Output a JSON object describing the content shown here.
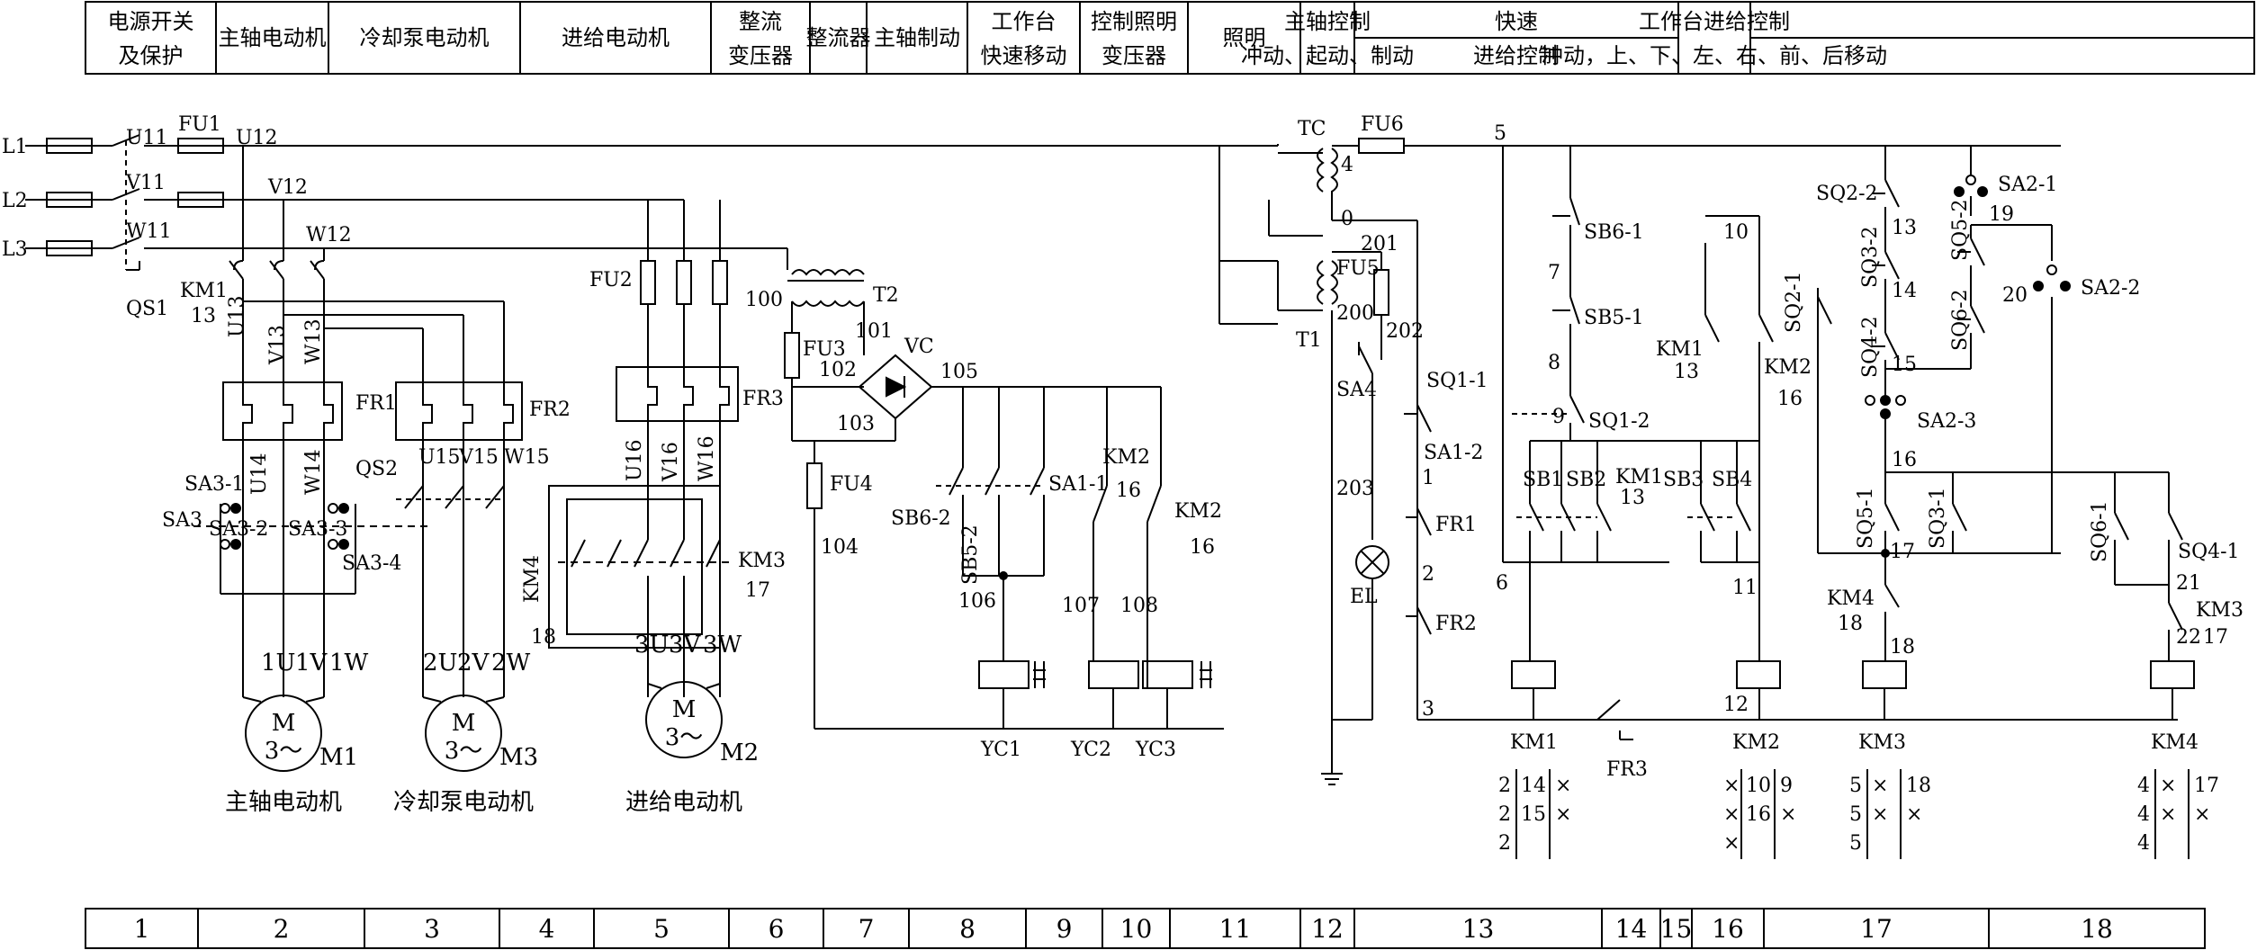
{
  "header": [
    {
      "lines": [
        "电源开关",
        "及保护"
      ]
    },
    {
      "lines": [
        "主轴电动机"
      ]
    },
    {
      "lines": [
        "冷却泵电动机"
      ]
    },
    {
      "lines": [
        "进给电动机"
      ]
    },
    {
      "lines": [
        "整流",
        "变压器"
      ]
    },
    {
      "lines": [
        "整流器"
      ]
    },
    {
      "lines": [
        "主轴制动"
      ]
    },
    {
      "lines": [
        "工作台",
        "快速移动"
      ]
    },
    {
      "lines": [
        "控制照明",
        "变压器"
      ]
    },
    {
      "lines": [
        "照明"
      ]
    },
    {
      "lines": [
        "主轴控制",
        "冲动、起动、制动"
      ]
    },
    {
      "lines": [
        "快速",
        "进给控制"
      ]
    },
    {
      "lines": [
        "工作台进给控制",
        "冲动，上、下、左、右、前、后移动"
      ]
    }
  ],
  "footer": [
    "1",
    "2",
    "3",
    "4",
    "5",
    "6",
    "7",
    "8",
    "9",
    "10",
    "11",
    "12",
    "13",
    "14",
    "15",
    "16",
    "17",
    "18"
  ],
  "motor_captions": [
    "主轴电动机",
    "冷却泵电动机",
    "进给电动机"
  ],
  "motors": [
    {
      "id": "M1",
      "phases": [
        "1U",
        "1V",
        "1W"
      ]
    },
    {
      "id": "M3",
      "phases": [
        "2U",
        "2V",
        "2W"
      ]
    },
    {
      "id": "M2",
      "phases": [
        "3U",
        "3V",
        "3W"
      ]
    }
  ],
  "motor_glyph": {
    "letter": "M",
    "phase": "3～"
  },
  "labels": {
    "L1": "L1",
    "L2": "L2",
    "L3": "L3",
    "U11": "U11",
    "V11": "V11",
    "W11": "W11",
    "FU1": "FU1",
    "U12": "U12",
    "V12": "V12",
    "W12": "W12",
    "QS1": "QS1",
    "KM1_13": "KM1",
    "n13a": "13",
    "U13": "U13",
    "V13": "V13",
    "W13": "W13",
    "FR1": "FR1",
    "FR2": "FR2",
    "U14": "U14",
    "W14": "W14",
    "U15": "U15",
    "V15": "V15",
    "W15": "W15",
    "SA3_1": "SA3-1",
    "SA3": "SA3",
    "SA3_2": "SA3-2",
    "SA3_3": "SA3-3",
    "SA3_4": "SA3-4",
    "QS2": "QS2",
    "FU2": "FU2",
    "FR3": "FR3",
    "U16": "U16",
    "V16": "V16",
    "W16": "W16",
    "KM4": "KM4",
    "KM3": "KM3",
    "n17a": "17",
    "n18a": "18",
    "n100": "100",
    "T2": "T2",
    "FU3": "FU3",
    "n101": "101",
    "VC": "VC",
    "n102": "102",
    "n105": "105",
    "n103": "103",
    "FU4": "FU4",
    "n104": "104",
    "SB6_2": "SB6-2",
    "SB5_2": "SB5-2",
    "SA1_1": "SA1-1",
    "KM2a": "KM2",
    "n16a": "16",
    "KM2b": "KM2",
    "n16b": "16",
    "n106": "106",
    "n107": "107",
    "n108": "108",
    "YC1": "YC1",
    "YC2": "YC2",
    "YC3": "YC3",
    "TC": "TC",
    "FU6": "FU6",
    "n4": "4",
    "n0": "0",
    "n201": "201",
    "FU5": "FU5",
    "n200": "200",
    "n202": "202",
    "T1": "T1",
    "SA4": "SA4",
    "n203": "203",
    "EL": "EL",
    "SQ1_1": "SQ1-1",
    "SA1_2": "SA1-2",
    "n1": "1",
    "FR1b": "FR1",
    "n2": "2",
    "FR2b": "FR2",
    "n3": "3",
    "n5": "5",
    "SB6_1": "SB6-1",
    "n7": "7",
    "SB5_1": "SB5-1",
    "n8": "8",
    "SQ1_2": "SQ1-2",
    "n9": "9",
    "SB1": "SB1",
    "SB2": "SB2",
    "KM1c": "KM1",
    "n13b": "13",
    "SB3": "SB3",
    "SB4": "SB4",
    "n6": "6",
    "n11": "11",
    "n10": "10",
    "KM1d": "KM1",
    "n13c": "13",
    "KM2c": "KM2",
    "n16c": "16",
    "n12": "12",
    "FR3b": "FR3",
    "SQ2_2": "SQ2-2",
    "n13d": "13",
    "SQ3_2": "SQ3-2",
    "n14": "14",
    "SQ4_2": "SQ4-2",
    "n15": "15",
    "SQ2_1": "SQ2-1",
    "SA2_1": "SA2-1",
    "n19": "19",
    "SQ5_2": "SQ5-2",
    "n20": "20",
    "SQ6_2": "SQ6-2",
    "SA2_2": "SA2-2",
    "SA2_3": "SA2-3",
    "n16d": "16",
    "SQ5_1": "SQ5-1",
    "SQ3_1": "SQ3-1",
    "n17b": "17",
    "KM4b": "KM4",
    "n18b": "18",
    "n18c": "18",
    "SQ6_1": "SQ6-1",
    "SQ4_1": "SQ4-1",
    "n21": "21",
    "KM3b": "KM3",
    "n22": "22",
    "n17c": "17",
    "coilKM1": "KM1",
    "coilKM2": "KM2",
    "coilKM3": "KM3",
    "coilKM4": "KM4"
  },
  "contact_tables": [
    {
      "left": [
        "2",
        "2",
        "2"
      ],
      "mid": [
        "14",
        "15",
        ""
      ],
      "right": [
        "×",
        "×",
        ""
      ]
    },
    {
      "left": [
        "×",
        "×",
        "×"
      ],
      "mid": [
        "10",
        "16",
        ""
      ],
      "right": [
        "9",
        "×",
        ""
      ]
    },
    {
      "left": [
        "5",
        "5",
        "5"
      ],
      "mid": [
        "×",
        "×",
        ""
      ],
      "right": [
        "18",
        "×",
        ""
      ]
    },
    {
      "left": [
        "4",
        "4",
        "4"
      ],
      "mid": [
        "×",
        "×",
        ""
      ],
      "right": [
        "17",
        "×",
        ""
      ]
    }
  ]
}
